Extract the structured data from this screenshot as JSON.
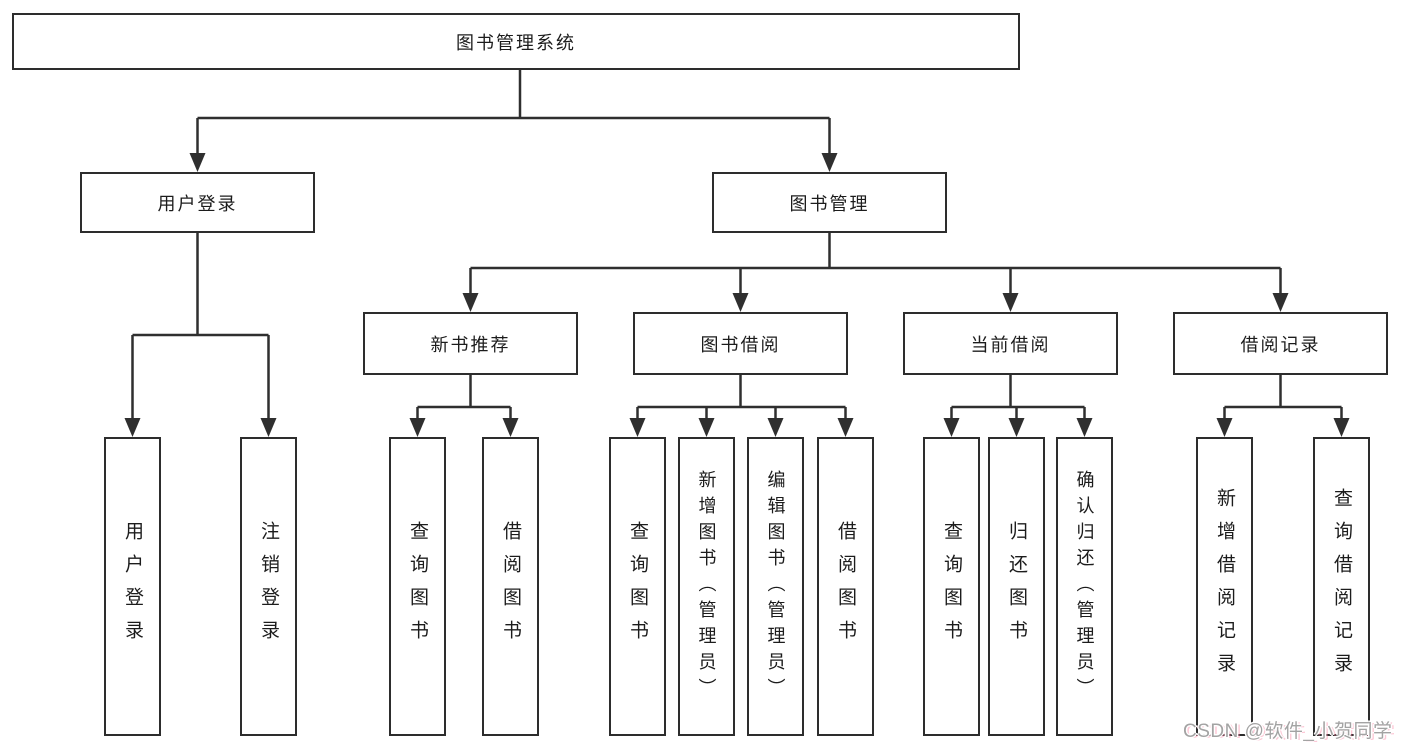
{
  "tree": {
    "label": "图书管理系统",
    "children": [
      {
        "label": "用户登录",
        "children": [
          {
            "label": "用户登录"
          },
          {
            "label": "注销登录"
          }
        ]
      },
      {
        "label": "图书管理",
        "children": [
          {
            "label": "新书推荐",
            "children": [
              {
                "label": "查询图书"
              },
              {
                "label": "借阅图书"
              }
            ]
          },
          {
            "label": "图书借阅",
            "children": [
              {
                "label": "查询图书"
              },
              {
                "label": "新增图书（管理员）"
              },
              {
                "label": "编辑图书（管理员）"
              },
              {
                "label": "借阅图书"
              }
            ]
          },
          {
            "label": "当前借阅",
            "children": [
              {
                "label": "查询图书"
              },
              {
                "label": "归还图书"
              },
              {
                "label": "确认归还（管理员）"
              }
            ]
          },
          {
            "label": "借阅记录",
            "children": [
              {
                "label": "新增借阅记录"
              },
              {
                "label": "查询借阅记录"
              }
            ]
          }
        ]
      }
    ]
  },
  "watermark": {
    "text": "CSDN @软件_小贺同学"
  },
  "colors": {
    "line": "#2f2f2f",
    "box_border": "#2d2d2d",
    "text": "#1c1c1c",
    "watermark": "#a3a3a3",
    "watermark_accent": "#f9799b",
    "background": "#ffffff"
  }
}
